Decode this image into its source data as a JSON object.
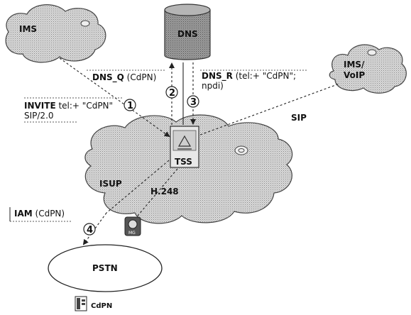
{
  "clouds": {
    "ims_left": "IMS",
    "ims_voip_line1": "IMS/",
    "ims_voip_line2": "VoIP"
  },
  "nodes": {
    "dns": "DNS",
    "tss": "TSS",
    "mg": "MG",
    "pstn": "PSTN",
    "terminal": "CdPN"
  },
  "steps": {
    "step1_num": "1",
    "step2_num": "2",
    "step3_num": "3",
    "step4_num": "4"
  },
  "labels": {
    "dns_q_bold": "DNS_Q",
    "dns_q_rest": " (CdPN)",
    "dns_r_bold": "DNS_R",
    "dns_r_rest_line1": " (tel:+ \"CdPN\";",
    "dns_r_line2": "npdi)",
    "invite_bold": "INVITE",
    "invite_rest_line1": " tel:+ \"CdPN\"",
    "invite_line2": "SIP/2.0",
    "sip": "SIP",
    "isup": "ISUP",
    "h248": "H.248",
    "iam_bold": "IAM",
    "iam_rest": " (CdPN)"
  },
  "colors": {
    "cloud_fill": "#cfcfcf",
    "dns_fill": "#9a9a9a",
    "line": "#222222"
  }
}
